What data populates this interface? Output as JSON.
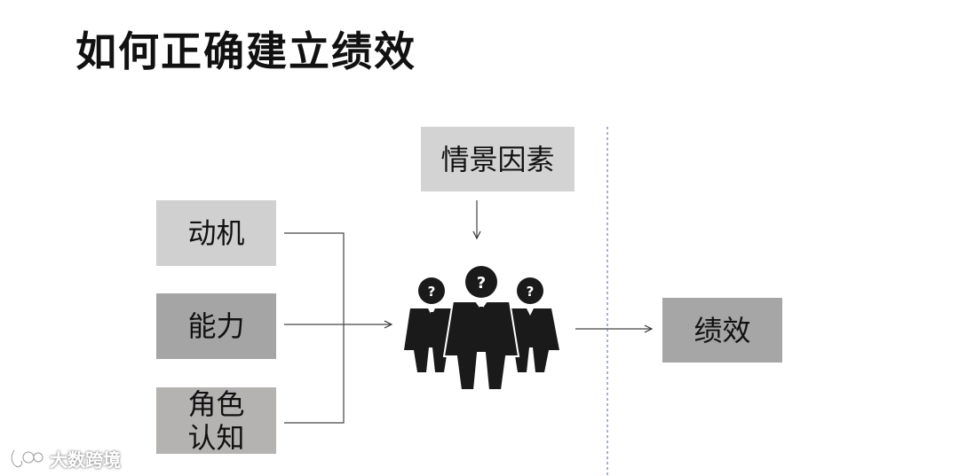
{
  "title": "如何正确建立绩效",
  "factors": {
    "motive": "动机",
    "ability": "能力",
    "role_line1": "角色",
    "role_line2": "认知"
  },
  "situation": "情景因素",
  "outcome": "绩效",
  "watermark": "大数跨境",
  "icons": {
    "people": "people-group-question-icon",
    "logo": "watermark-logo-icon"
  },
  "colors": {
    "box_light": "#d0d0d0",
    "box_mid": "#a5a5a5",
    "box_role": "#b5b2b2",
    "figure": "#1a1a1a",
    "divider": "#6a7fb0"
  }
}
